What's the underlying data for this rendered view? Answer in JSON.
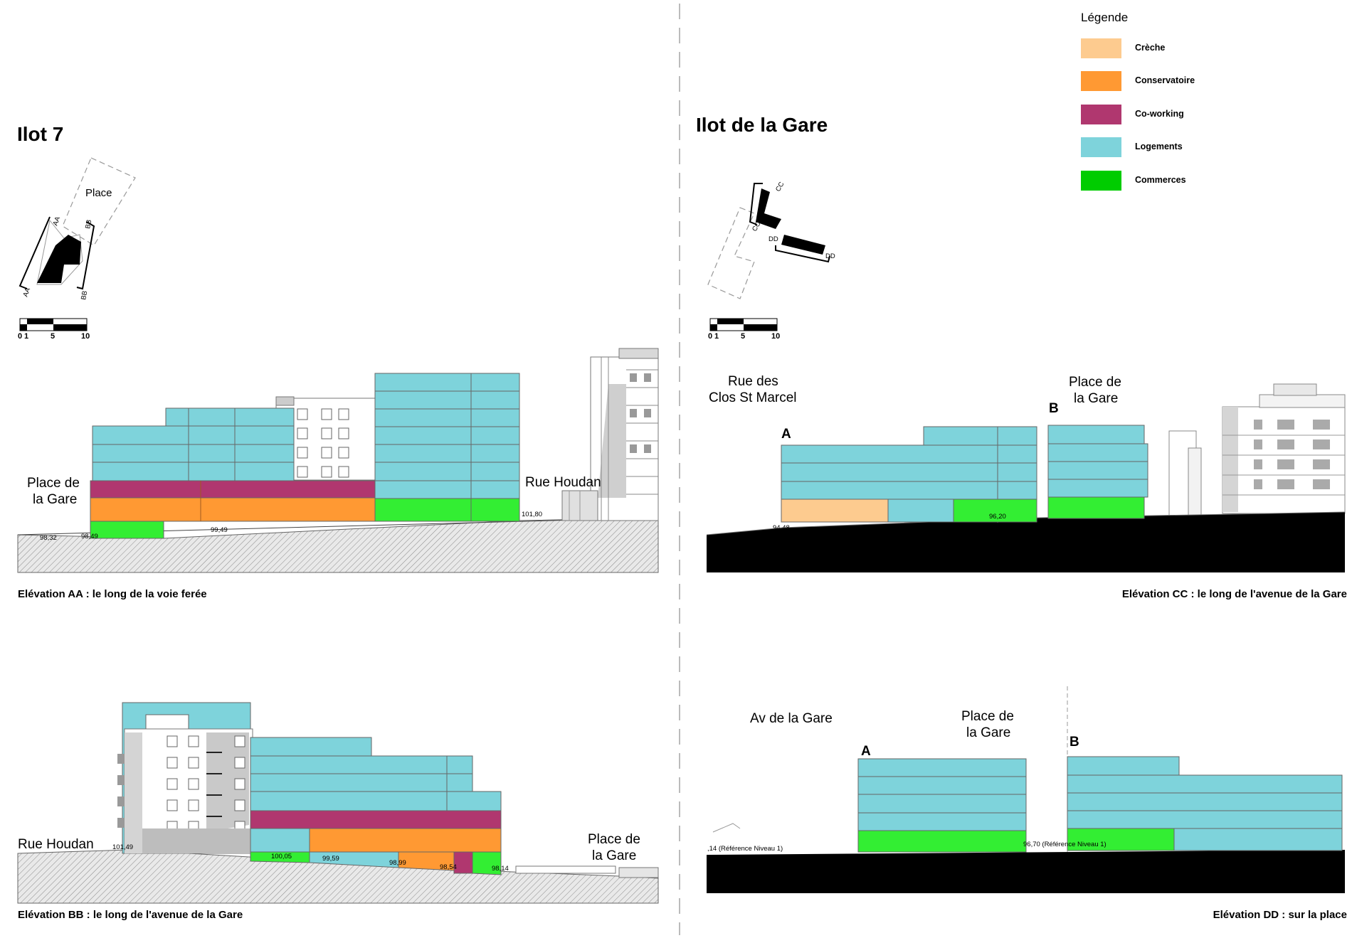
{
  "legend": {
    "title": "Légende",
    "items": [
      {
        "label": "Crèche",
        "color": "#FDCB8F"
      },
      {
        "label": "Conservatoire",
        "color": "#FF9933"
      },
      {
        "label": "Co-working",
        "color": "#B0376F"
      },
      {
        "label": "Logements",
        "color": "#7ED3DB"
      },
      {
        "label": "Commerces",
        "color": "#00CC00"
      }
    ]
  },
  "ilot7": {
    "title": "Ilot 7",
    "plan": {
      "place_label": "Place",
      "section_aa": "AA",
      "section_bb": "BB"
    },
    "scale": {
      "ticks": [
        "0",
        "1",
        "5",
        "10"
      ]
    },
    "elev_aa": {
      "caption": "Elévation AA : le long de la voie ferée",
      "label_left_1": "Place de",
      "label_left_2": "la Gare",
      "label_right": "Rue Houdan",
      "levels": [
        "98,32",
        "98,49",
        "99,49",
        "101,80"
      ]
    },
    "elev_bb": {
      "caption": "Elévation BB : le long de l'avenue de la Gare",
      "label_left": "Rue Houdan",
      "label_right_1": "Place de",
      "label_right_2": "la Gare",
      "levels": [
        "101,49",
        "100,05",
        "99,59",
        "98,99",
        "98,54",
        "98,14"
      ]
    }
  },
  "ilot_gare": {
    "title": "Ilot de la Gare",
    "plan": {
      "section_cc": "CC",
      "section_dd": "DD"
    },
    "scale": {
      "ticks": [
        "0",
        "1",
        "5",
        "10"
      ]
    },
    "elev_cc": {
      "caption": "Elévation CC : le long de l'avenue de la Gare",
      "label_left_1": "Rue des",
      "label_left_2": "Clos St Marcel",
      "label_mid_1": "Place de",
      "label_mid_2": "la Gare",
      "building_a": "A",
      "building_b": "B",
      "levels": [
        "94,48",
        "96,20"
      ]
    },
    "elev_dd": {
      "caption": "Elévation DD : sur la place",
      "label_left": "Av de la Gare",
      "label_mid_1": "Place de",
      "label_mid_2": "la Gare",
      "building_a": "A",
      "building_b": "B",
      "levels": [
        ",14 (Référence Niveau 1)",
        "96,70 (Référence Niveau 1)"
      ]
    }
  }
}
